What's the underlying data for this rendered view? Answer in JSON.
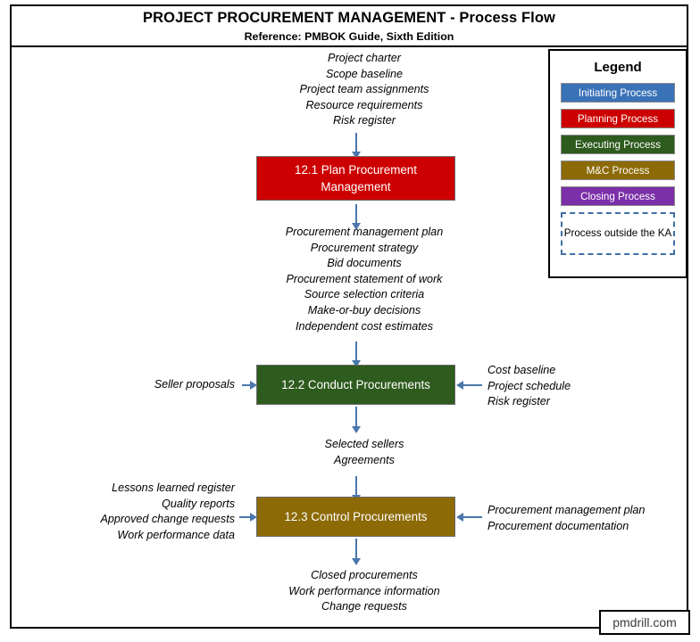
{
  "header": {
    "title": "PROJECT PROCUREMENT MANAGEMENT - Process Flow",
    "reference": "Reference: PMBOK Guide, Sixth Edition"
  },
  "legend": {
    "title": "Legend",
    "items": [
      {
        "label": "Initiating Process",
        "color": "#3A72B8"
      },
      {
        "label": "Planning Process",
        "color": "#CC0000"
      },
      {
        "label": "Executing Process",
        "color": "#2E5B1E"
      },
      {
        "label": "M&C Process",
        "color": "#8C6A06"
      },
      {
        "label": "Closing Process",
        "color": "#7B2FA8"
      }
    ],
    "outside": "Process outside the KA",
    "outside_line1": "Process outside",
    "outside_line2": "the KA"
  },
  "flow": {
    "inputs_top": "Project charter\nScope baseline\nProject team assignments\nResource requirements\nRisk register",
    "process1": {
      "label": "12.1 Plan Procurement Management",
      "line1": "12.1 Plan Procurement",
      "line2": "Management",
      "color": "#CC0000"
    },
    "outputs1": "Procurement management plan\nProcurement strategy\nBid documents\nProcurement statement of work\nSource selection criteria\nMake-or-buy decisions\nIndependent cost estimates",
    "process2": {
      "label": "12.2 Conduct Procurements",
      "color": "#2E5B1E",
      "left_inputs": "Seller proposals",
      "right_inputs": "Cost baseline\nProject schedule\nRisk register"
    },
    "outputs2": "Selected sellers\nAgreements",
    "process3": {
      "label": "12.3 Control Procurements",
      "color": "#8C6A06",
      "left_inputs": "Lessons learned register\nQuality reports\nApproved change requests\nWork performance data",
      "right_inputs": "Procurement management plan\nProcurement documentation"
    },
    "outputs3": "Closed procurements\nWork performance information\nChange requests"
  },
  "brand": {
    "label": "pmdrill.com"
  },
  "colors": {
    "arrow": "#4A77AB",
    "frame": "#000000",
    "dashed": "#3F6FA8"
  }
}
